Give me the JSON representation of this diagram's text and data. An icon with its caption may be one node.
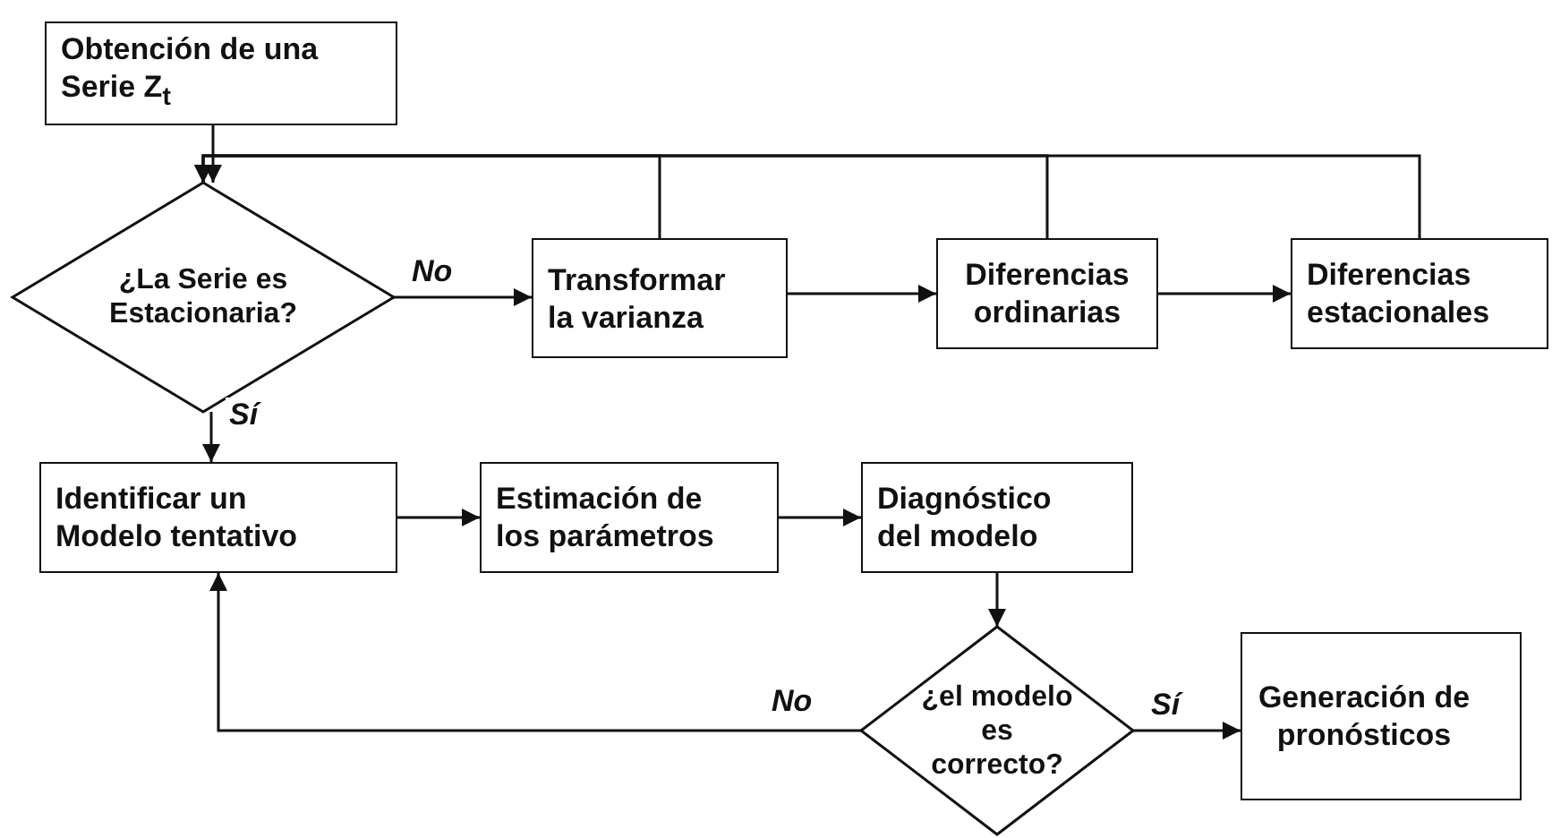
{
  "diagram": {
    "nodes": [
      {
        "text": [
          "Obtención de una Serie Z$_{t}$"
        ]
      },
      {
        "text": [
          "¿La Serie es Estacionaria?"
        ]
      },
      {
        "text": [
          "Transformar la varianza"
        ]
      },
      {
        "text": [
          "Diferencias ordinarias"
        ]
      },
      {
        "text": [
          "Diferencias estacionales"
        ]
      },
      {
        "text": [
          "Identificar un Modelo tentativo"
        ]
      },
      {
        "text": [
          "Estimación de los parámetros"
        ]
      },
      {
        "text": [
          "Diagnóstico del modelo"
        ]
      },
      {
        "text": [
          "¿el modelo es correcto?"
        ]
      },
      {
        "text": [
          "Generación de pronósticos"
        ]
      }
    ],
    "edges": [
      {
        "from": 0,
        "to": 1,
        "arrow": "to"
      },
      {
        "from": 2,
        "to": 1,
        "arrow": "to"
      },
      {
        "from": 3,
        "to": 1,
        "arrow": "to"
      },
      {
        "from": 4,
        "to": 1,
        "arrow": "to"
      },
      {
        "from": 1,
        "to": 2,
        "arrow": "to",
        "label": "No"
      },
      {
        "from": 2,
        "to": 3,
        "arrow": "to"
      },
      {
        "from": 3,
        "to": 4,
        "arrow": "to"
      },
      {
        "from": 1,
        "to": 5,
        "arrow": "to",
        "label": "Sí"
      },
      {
        "from": 5,
        "to": 6,
        "arrow": "to"
      },
      {
        "from": 6,
        "to": 7,
        "arrow": "to"
      },
      {
        "from": 7,
        "to": 8,
        "arrow": "to"
      },
      {
        "from": 8,
        "to": 9,
        "arrow": "to",
        "label": "Sí"
      },
      {
        "from": 8,
        "to": 5,
        "arrow": "to",
        "label": "No"
      }
    ]
  }
}
